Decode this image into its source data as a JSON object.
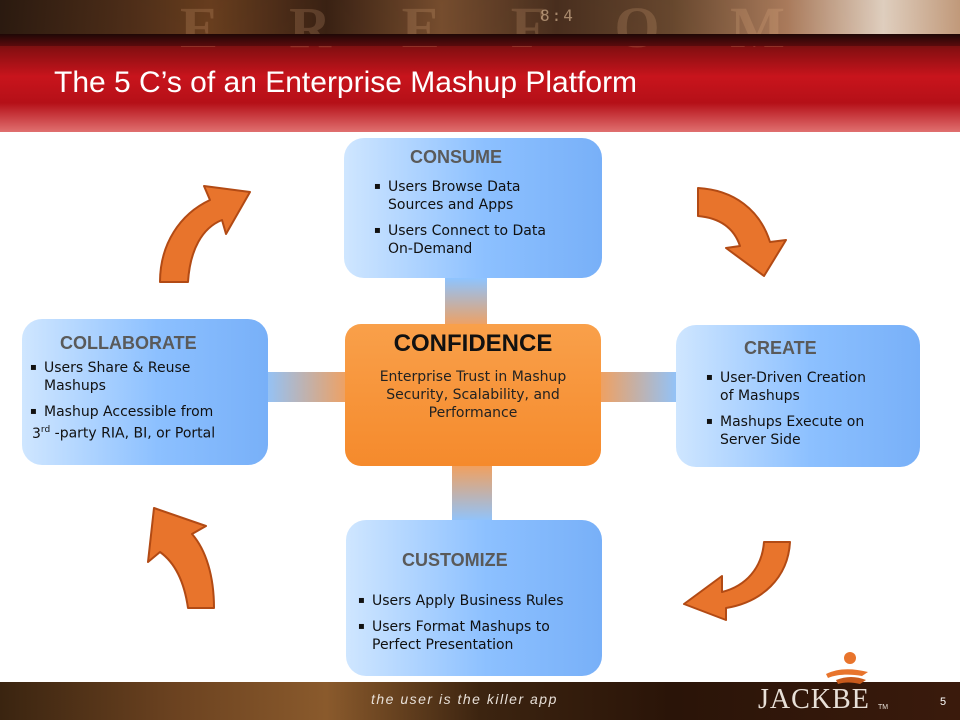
{
  "slide": {
    "title": "The 5 C’s of an Enterprise Mashup Platform",
    "header_letters": "E R E  F  O M",
    "header_clock": "8:4"
  },
  "consume": {
    "title": "CONSUME",
    "bullets": [
      {
        "l1": "Users Browse Data",
        "l2": "Sources and Apps"
      },
      {
        "l1": "Users Connect to Data",
        "l2": "On-Demand"
      }
    ]
  },
  "create": {
    "title": "CREATE",
    "bullets": [
      {
        "l1": "User-Driven Creation",
        "l2": "of Mashups"
      },
      {
        "l1": "Mashups Execute on",
        "l2": "Server Side"
      }
    ]
  },
  "collaborate": {
    "title": "COLLABORATE",
    "bullets": [
      {
        "l1": "Users Share & Reuse",
        "l2": "Mashups"
      },
      {
        "l1": "Mashup Accessible from",
        "l2_pre": "3",
        "l2_sup": "rd",
        "l2_post": " -party RIA, BI, or Portal"
      }
    ]
  },
  "customize": {
    "title": "CUSTOMIZE",
    "bullets": [
      {
        "l1": "Users Apply Business Rules"
      },
      {
        "l1": "Users Format Mashups to",
        "l2": "Perfect Presentation"
      }
    ]
  },
  "confidence": {
    "title": "CONFIDENCE",
    "body_l1": "Enterprise Trust in Mashup",
    "body_l2": "Security, Scalability, and",
    "body_l3": "Performance"
  },
  "footer": {
    "tagline": "the user is the killer app",
    "logo": "JACKBE",
    "logo_tm": "TM",
    "page_number": "5"
  },
  "colors": {
    "header_red": "#c8141c",
    "box_blue": "#8cc0ff",
    "confidence_orange": "#f58a2c",
    "arrow_orange": "#e8742c"
  },
  "bullet_glyph": "▪",
  "icons": [
    "cycle-arrow-icon",
    "jackbe-logo-icon"
  ]
}
